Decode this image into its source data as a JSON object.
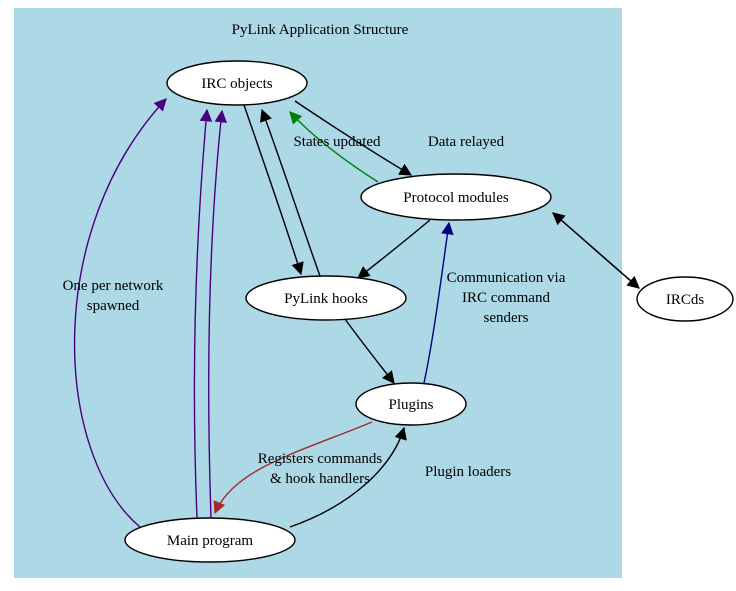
{
  "title": "PyLink Application Structure",
  "nodes": {
    "irc_objects": "IRC objects",
    "protocol_modules": "Protocol modules",
    "pylink_hooks": "PyLink hooks",
    "plugins": "Plugins",
    "main_program": "Main program",
    "ircds": "IRCds"
  },
  "labels": {
    "data_relayed": "Data relayed",
    "states_updated": "States updated",
    "one_per_network": {
      "line1": "One per network",
      "line2": "spawned"
    },
    "communication": {
      "line1": "Communication via",
      "line2": "IRC command",
      "line3": "senders"
    },
    "registers": {
      "line1": "Registers commands",
      "line2": "& hook handlers"
    },
    "plugin_loaders": "Plugin loaders"
  },
  "colors": {
    "background": "#add8e6",
    "node_fill": "#ffffff",
    "node_stroke": "#000000",
    "edge_black": "#000000",
    "edge_green": "#008000",
    "edge_purple": "#4b0082",
    "edge_navy": "#000080",
    "edge_red": "#a52a2a"
  }
}
